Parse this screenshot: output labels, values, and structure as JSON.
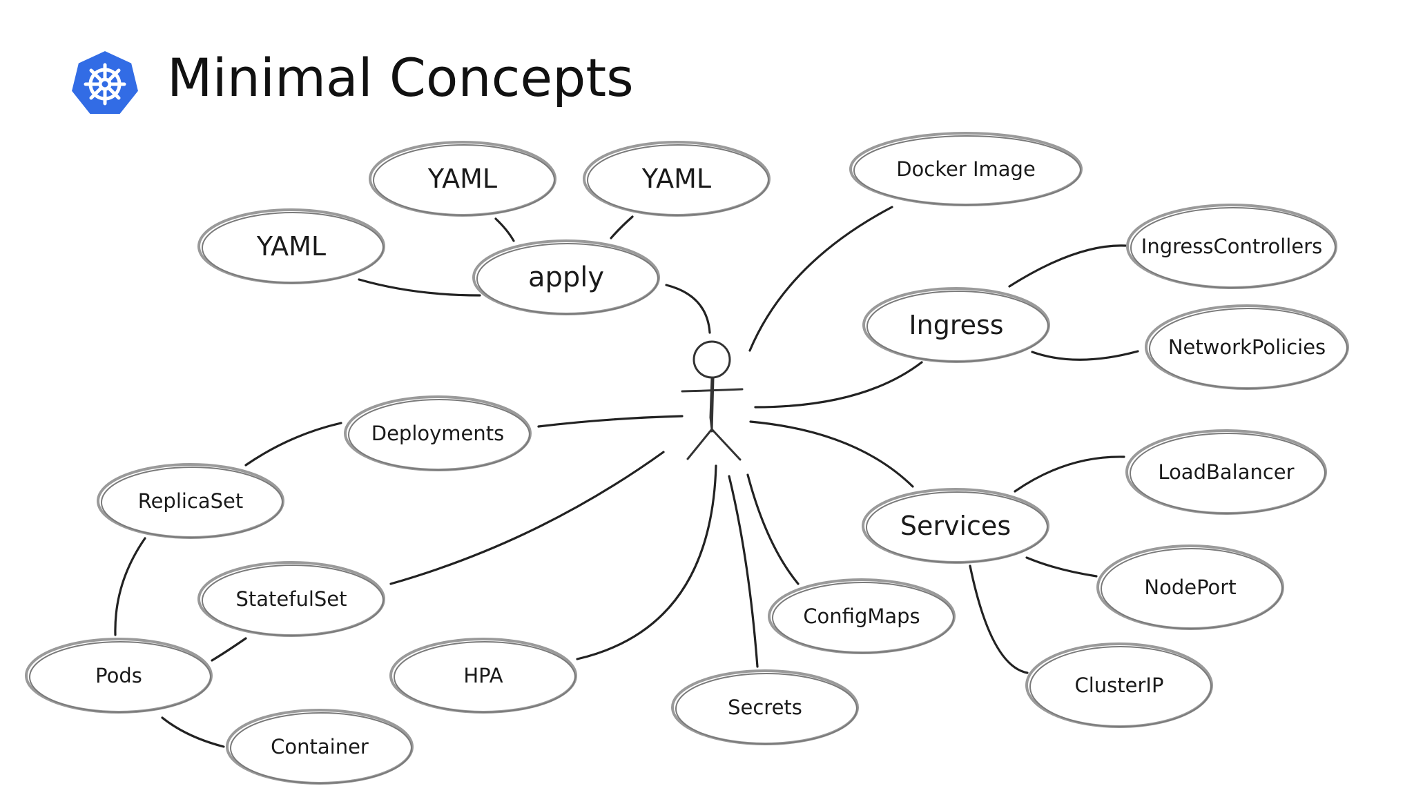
{
  "title": "Minimal Concepts",
  "logo": {
    "icon": "kubernetes-helm-icon",
    "color": "#326ce5"
  },
  "nodes": [
    {
      "id": "yaml1",
      "label": "YAML"
    },
    {
      "id": "yaml2",
      "label": "YAML"
    },
    {
      "id": "yaml3",
      "label": "YAML"
    },
    {
      "id": "apply",
      "label": "apply"
    },
    {
      "id": "docker-image",
      "label": "Docker Image"
    },
    {
      "id": "ingress-controllers",
      "label": "IngressControllers"
    },
    {
      "id": "ingress",
      "label": "Ingress"
    },
    {
      "id": "network-policies",
      "label": "NetworkPolicies"
    },
    {
      "id": "deployments",
      "label": "Deployments"
    },
    {
      "id": "replicaset",
      "label": "ReplicaSet"
    },
    {
      "id": "statefulset",
      "label": "StatefulSet"
    },
    {
      "id": "pods",
      "label": "Pods"
    },
    {
      "id": "container",
      "label": "Container"
    },
    {
      "id": "hpa",
      "label": "HPA"
    },
    {
      "id": "secrets",
      "label": "Secrets"
    },
    {
      "id": "configmaps",
      "label": "ConfigMaps"
    },
    {
      "id": "services",
      "label": "Services"
    },
    {
      "id": "load-balancer",
      "label": "LoadBalancer"
    },
    {
      "id": "nodeport",
      "label": "NodePort"
    },
    {
      "id": "clusterip",
      "label": "ClusterIP"
    }
  ],
  "edges": [
    [
      "yaml1",
      "apply"
    ],
    [
      "yaml2",
      "apply"
    ],
    [
      "yaml3",
      "apply"
    ],
    [
      "apply",
      "user"
    ],
    [
      "docker-image",
      "user"
    ],
    [
      "ingress",
      "user"
    ],
    [
      "ingress",
      "ingress-controllers"
    ],
    [
      "ingress",
      "network-policies"
    ],
    [
      "deployments",
      "user"
    ],
    [
      "deployments",
      "replicaset"
    ],
    [
      "replicaset",
      "pods"
    ],
    [
      "statefulset",
      "user"
    ],
    [
      "statefulset",
      "pods"
    ],
    [
      "pods",
      "container"
    ],
    [
      "hpa",
      "user"
    ],
    [
      "secrets",
      "user"
    ],
    [
      "configmaps",
      "user"
    ],
    [
      "services",
      "user"
    ],
    [
      "services",
      "load-balancer"
    ],
    [
      "services",
      "nodeport"
    ],
    [
      "services",
      "clusterip"
    ]
  ]
}
